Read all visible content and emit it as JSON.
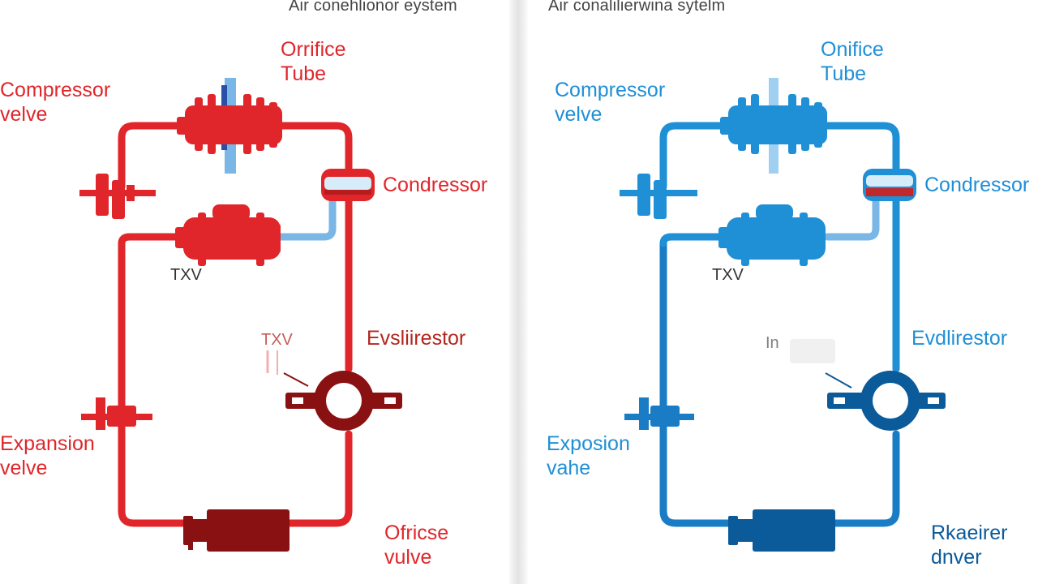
{
  "colors": {
    "red_accent": "#e0262b",
    "red_dark": "#8a1111",
    "blue_accent": "#1f8fd6",
    "blue_dark": "#0b5a9a",
    "light_blue": "#7ab6e6",
    "title": "#444444"
  },
  "panels": [
    {
      "title": "Air conehlionor eystem",
      "labels": {
        "orifice_tube": "Orrifice\nTube",
        "compressor": "Compressor\nvelve",
        "condenser": "Condressor",
        "txv_top": "TXV",
        "txv_mid": "TXV",
        "evaporator": "Evsliirestor",
        "expansion": "Expansion\nvelve",
        "bottom_right": "Ofricse\nvulve"
      }
    },
    {
      "title": "Air conalilierwina sytelm",
      "labels": {
        "orifice_tube": "Onifice\nTube",
        "compressor": "Compressor\nvelve",
        "condenser": "Condressor",
        "txv_top": "TXV",
        "txv_mid": "In",
        "evaporator": "Evdlirestor",
        "expansion": "Exposion\nvahe",
        "bottom_right": "Rkaeirer\ndnver"
      }
    }
  ]
}
